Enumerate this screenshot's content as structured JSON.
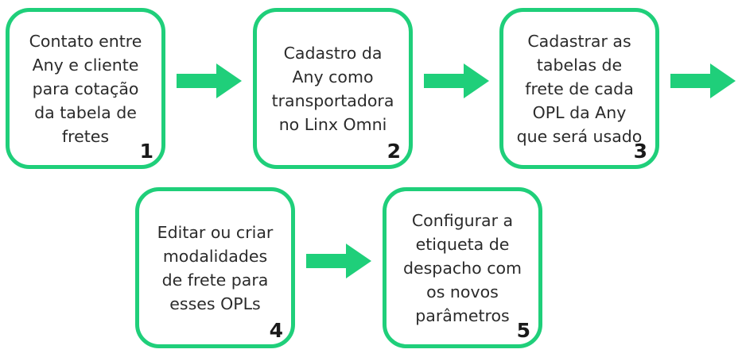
{
  "colors": {
    "accent": "#1fcf7a",
    "text": "#2b2b2b",
    "number": "#1a1a1a"
  },
  "steps": [
    {
      "text": "Contato entre\nAny e cliente\npara cotação\nda tabela de\nfretes",
      "number": "1"
    },
    {
      "text": "Cadastro da\nAny como\ntransportadora\nno Linx Omni",
      "number": "2"
    },
    {
      "text": "Cadastrar as\ntabelas de\nfrete de cada\nOPL da Any\nque será usado",
      "number": "3"
    },
    {
      "text": "Editar ou criar\nmodalidades\nde frete para\nesses OPLs",
      "number": "4"
    },
    {
      "text": "Configurar a\netiqueta de\ndespacho com\nos novos\nparâmetros",
      "number": "5"
    }
  ]
}
